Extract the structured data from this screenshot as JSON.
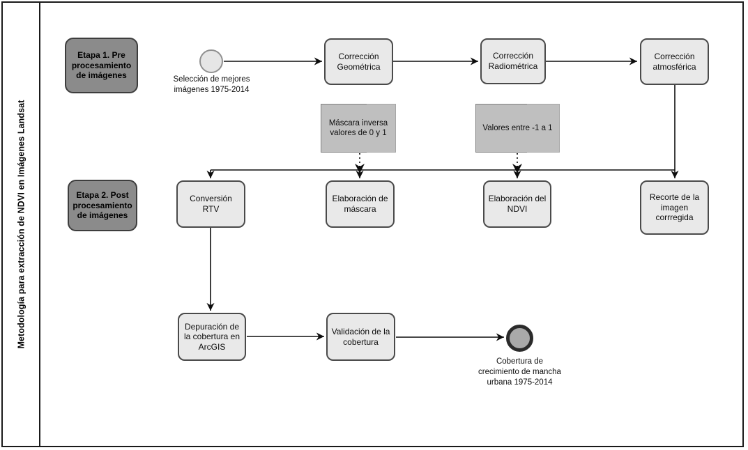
{
  "sidebar": {
    "title": "Metodología para extracción de NDVI en Imágenes Landsat"
  },
  "stages": [
    {
      "label": "Etapa 1. Pre procesamiento de imágenes"
    },
    {
      "label": "Etapa 2. Post procesamiento de imágenes"
    }
  ],
  "flow": {
    "start_event": {
      "shape": "start-circle",
      "label": "Selección de mejores imágenes 1975-2014"
    },
    "row1": [
      {
        "label": "Corrección Geométrica"
      },
      {
        "label": "Corrección Radiométrica"
      },
      {
        "label": "Corrección atmosférica"
      }
    ],
    "annotations": [
      {
        "label": "Máscara inversa valores de 0 y 1"
      },
      {
        "label": "Valores entre -1 a 1"
      }
    ],
    "row2": [
      {
        "label": "Conversión RTV"
      },
      {
        "label": "Elaboración de máscara"
      },
      {
        "label": "Elaboración del NDVI"
      },
      {
        "label": "Recorte de la imagen corrregida"
      }
    ],
    "row3": [
      {
        "label": "Depuración de la cobertura en ArcGIS"
      },
      {
        "label": "Validación de la cobertura"
      }
    ],
    "end_event": {
      "shape": "end-circle",
      "label": "Cobertura de crecimiento de mancha urbana 1975-2014"
    }
  },
  "colors": {
    "stage_fill": "#8b8b8b",
    "stage_border": "#3d3d3d",
    "process_fill": "#e9e9e9",
    "process_border": "#4a4a4a",
    "annotation_fill": "#bfbfbf",
    "annotation_border": "#7f7f7f",
    "start_event_fill": "#e6e6e6",
    "start_event_border": "#909090",
    "end_event_fill": "#a9a9a9",
    "end_event_border": "#2b2b2b",
    "connector": "#0d0d0d",
    "frame_border": "#1a1a1a",
    "background": "#ffffff"
  }
}
